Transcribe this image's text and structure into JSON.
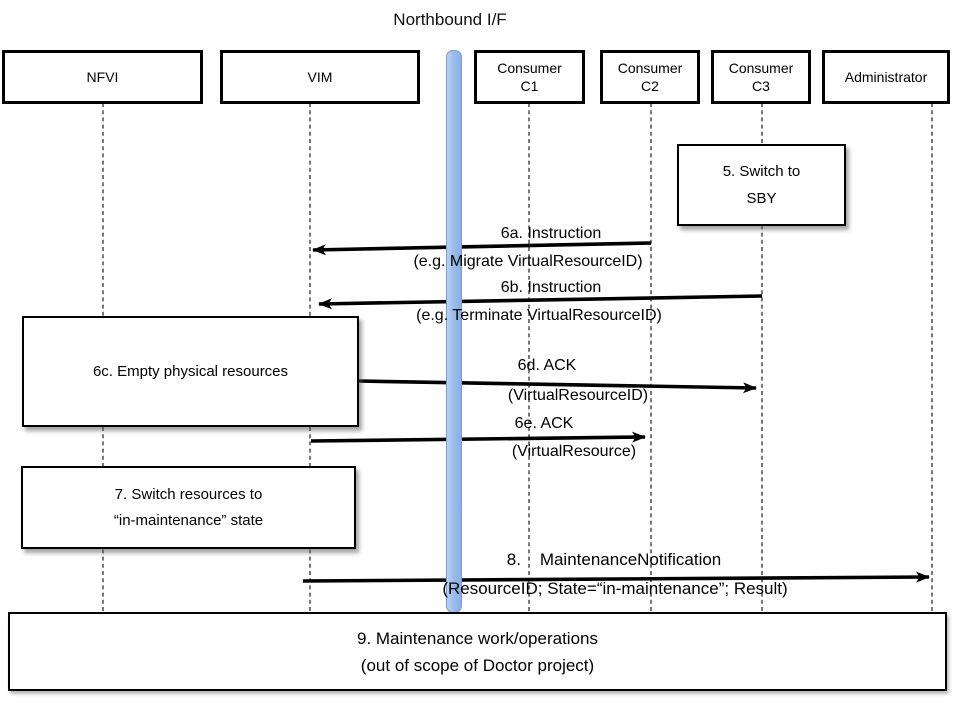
{
  "title": "Northbound I/F",
  "actors": {
    "nfvi": {
      "label": "NFVI"
    },
    "vim": {
      "label": "VIM"
    },
    "c1": {
      "line1": "Consumer",
      "line2": "C1"
    },
    "c2": {
      "line1": "Consumer",
      "line2": "C2"
    },
    "c3": {
      "line1": "Consumer",
      "line2": "C3"
    },
    "admin": {
      "label": "Administrator"
    }
  },
  "interface_bar": {
    "name": "Northbound I/F bar",
    "color": "#9cbcec"
  },
  "notes": {
    "n5": {
      "line1": "5. Switch to",
      "line2": "SBY"
    },
    "n6c": {
      "line1": "6c. Empty physical resources"
    },
    "n7": {
      "line1": "7. Switch resources to",
      "line2": "“in-maintenance” state"
    },
    "n9": {
      "line1": "9. Maintenance work/operations",
      "line2": "(out of scope of Doctor project)"
    }
  },
  "messages": {
    "m6a": {
      "label": "6a. Instruction",
      "detail": "(e.g. Migrate VirtualResourceID)"
    },
    "m6b": {
      "label": "6b. Instruction",
      "detail": "(e.g. Terminate VirtualResourceID)"
    },
    "m6d": {
      "label": "6d. ACK",
      "detail": "(VirtualResourceID)"
    },
    "m6e": {
      "label": "6e. ACK",
      "detail": "(VirtualResource)"
    },
    "m8": {
      "label": "8.    MaintenanceNotification",
      "detail": "(ResourceID; State=“in-maintenance”; Result)"
    }
  }
}
